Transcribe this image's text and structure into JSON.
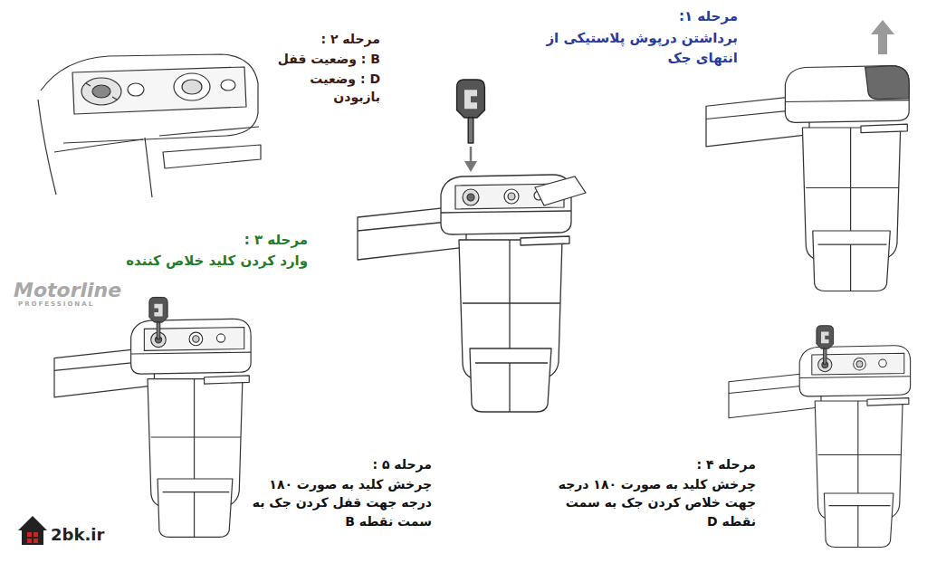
{
  "diagram": {
    "labels": [
      "مرحله ۱:",
      "برداشتن درپوش پلاستیکی از انتهای جک",
      "مرحله ۲ :",
      "B : وضعیت قفل",
      "D : وضعیت بازبودن",
      "مرحله ۳ :",
      "وارد کردن کلید خلاص کننده",
      "مرحله ۴ :",
      "چرخش کلید به صورت ۱۸۰ درجه جهت خلاص کردن جک به سمت نقطه D",
      "مرحله ۵ :",
      "چرخش کلید به صورت ۱۸۰ درجه جهت قفل کردن جک به سمت نقطه B",
      "Motorline",
      "PROFESSIONAL",
      "2bk.ir"
    ]
  }
}
